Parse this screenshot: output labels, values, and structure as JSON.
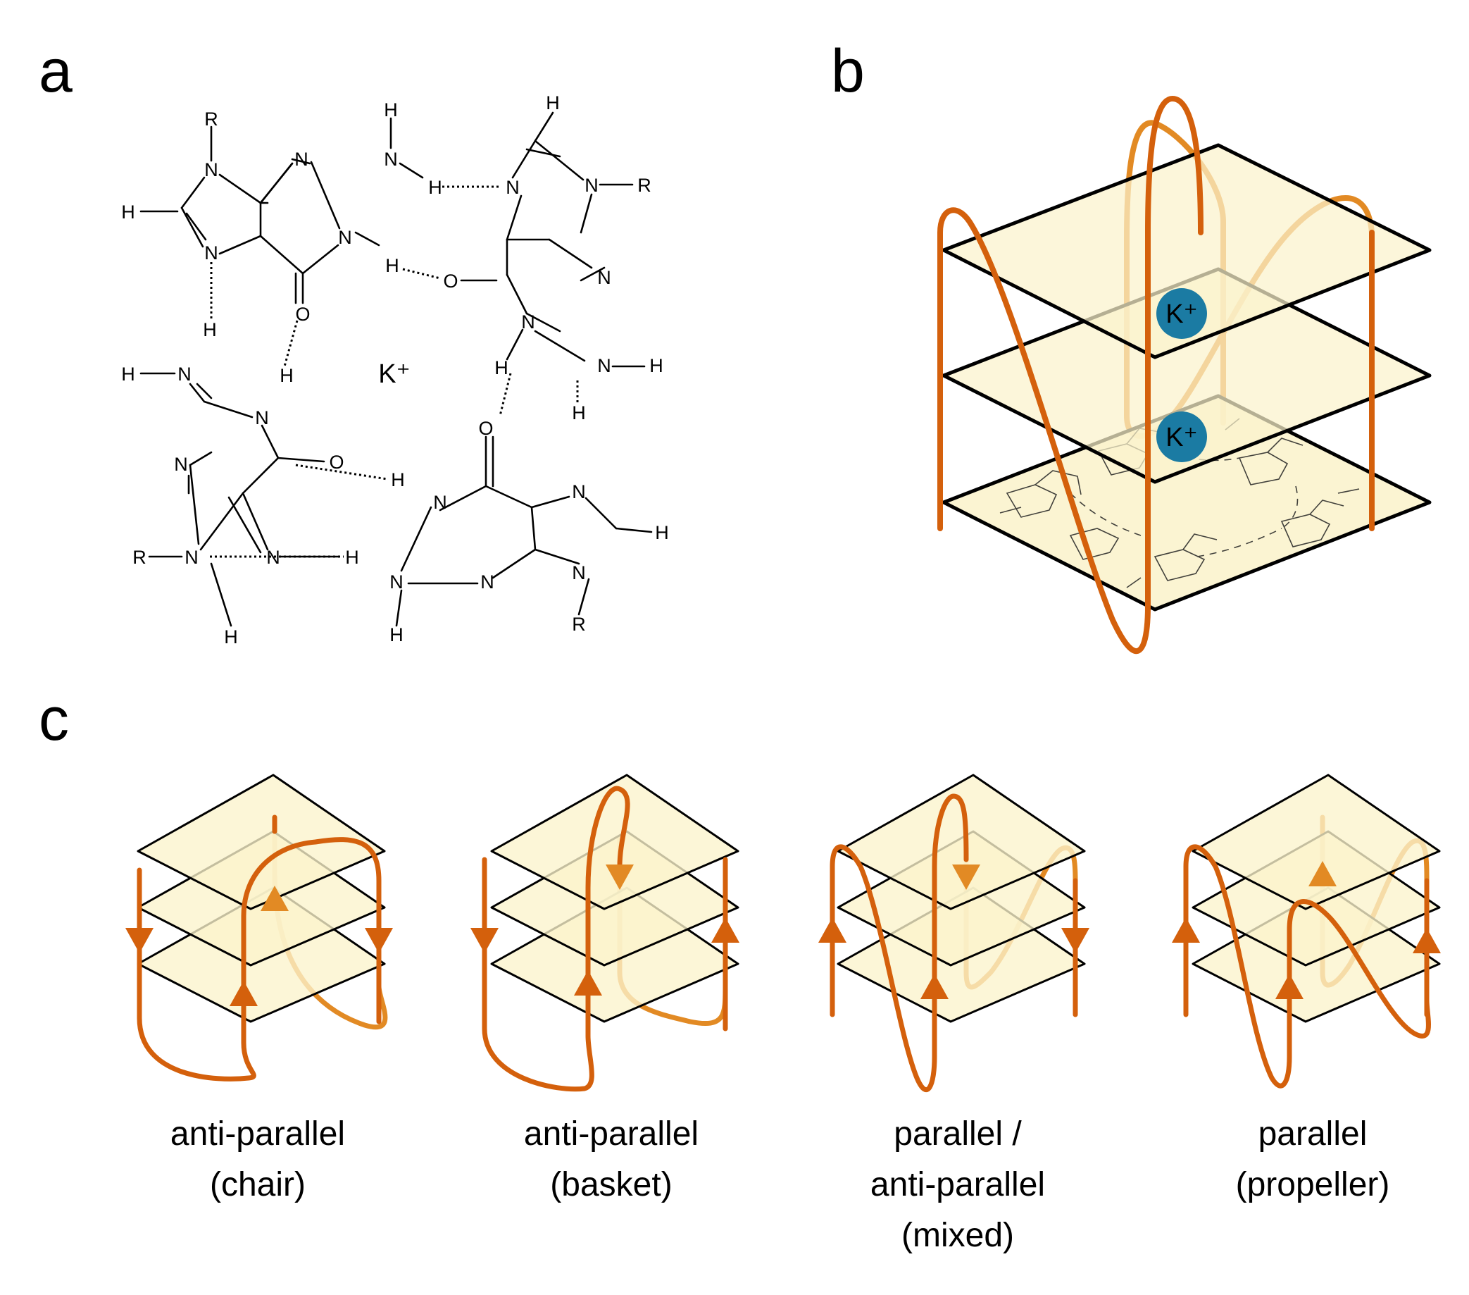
{
  "panels": {
    "a": {
      "letter": "a",
      "ion": "K⁺"
    },
    "b": {
      "letter": "b",
      "ions": [
        "K⁺",
        "K⁺"
      ]
    },
    "c": {
      "letter": "c"
    }
  },
  "atoms": {
    "N": "N",
    "H": "H",
    "O": "O",
    "R": "R"
  },
  "topologies": [
    {
      "id": "chair",
      "lines": [
        "anti-parallel",
        "(chair)"
      ]
    },
    {
      "id": "basket",
      "lines": [
        "anti-parallel",
        "(basket)"
      ]
    },
    {
      "id": "mixed",
      "lines": [
        "parallel /",
        "anti-parallel",
        "(mixed)"
      ]
    },
    {
      "id": "propeller",
      "lines": [
        "parallel",
        "(propeller)"
      ]
    }
  ],
  "colors": {
    "strand": "#d4600c",
    "strand_back": "#e28a24",
    "plate_fill": "#fbf3cc",
    "ion": "#1b7ba3",
    "outline": "#000000"
  }
}
